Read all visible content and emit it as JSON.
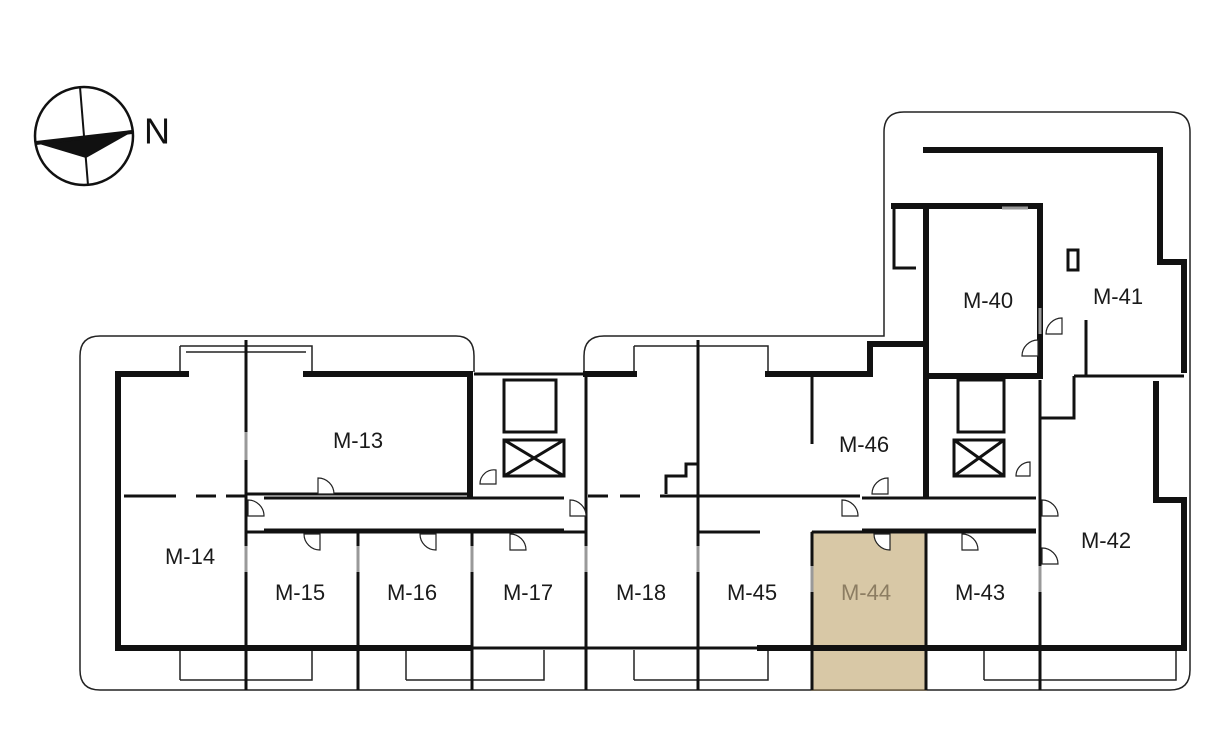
{
  "compass": {
    "label": "N"
  },
  "selected_unit": "M-44",
  "colors": {
    "selected_fill": "#d8c8a6",
    "selected_text": "#8c7d62",
    "wall": "#111111"
  },
  "units": [
    {
      "id": "M-13",
      "label": "M-13"
    },
    {
      "id": "M-14",
      "label": "M-14"
    },
    {
      "id": "M-15",
      "label": "M-15"
    },
    {
      "id": "M-16",
      "label": "M-16"
    },
    {
      "id": "M-17",
      "label": "M-17"
    },
    {
      "id": "M-18",
      "label": "M-18"
    },
    {
      "id": "M-45",
      "label": "M-45"
    },
    {
      "id": "M-44",
      "label": "M-44"
    },
    {
      "id": "M-43",
      "label": "M-43"
    },
    {
      "id": "M-42",
      "label": "M-42"
    },
    {
      "id": "M-46",
      "label": "M-46"
    },
    {
      "id": "M-40",
      "label": "M-40"
    },
    {
      "id": "M-41",
      "label": "M-41"
    }
  ]
}
